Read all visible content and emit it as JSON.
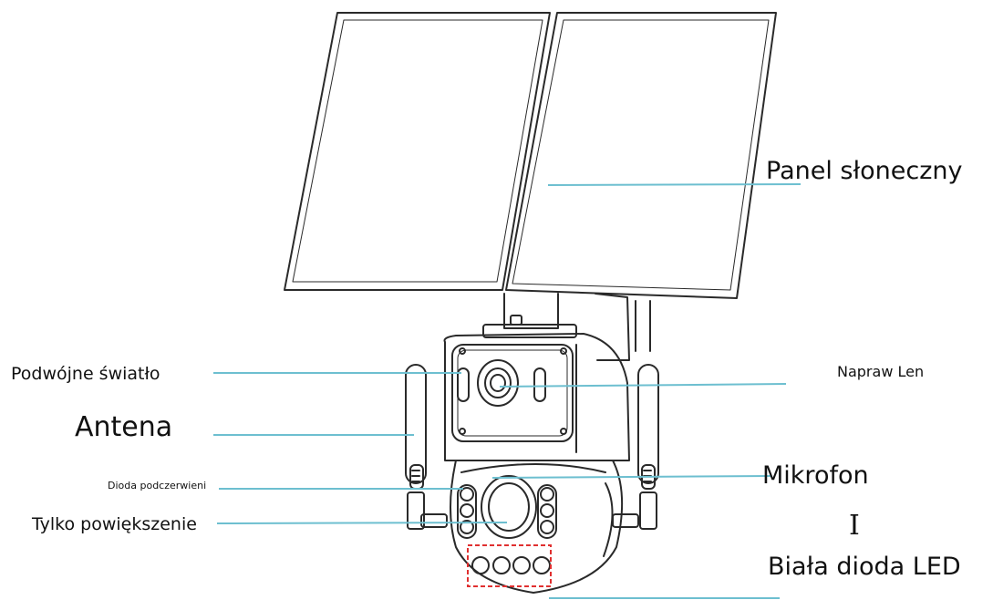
{
  "labels": {
    "solar_panel": "Panel słoneczny",
    "dual_light": "Podwójne światło",
    "fixed_lens": "Napraw Len",
    "antenna": "Antena",
    "ir_diode": "Dioda podczerwieni",
    "microphone": "Mikrofon",
    "zoom_only": "Tylko powiększenie",
    "stray_glyph": "I",
    "white_led": "Biała dioda LED"
  },
  "colors": {
    "leader_line": "#6dbfd0",
    "outline": "#2a2a2a",
    "highlight_box": "#e03030"
  }
}
